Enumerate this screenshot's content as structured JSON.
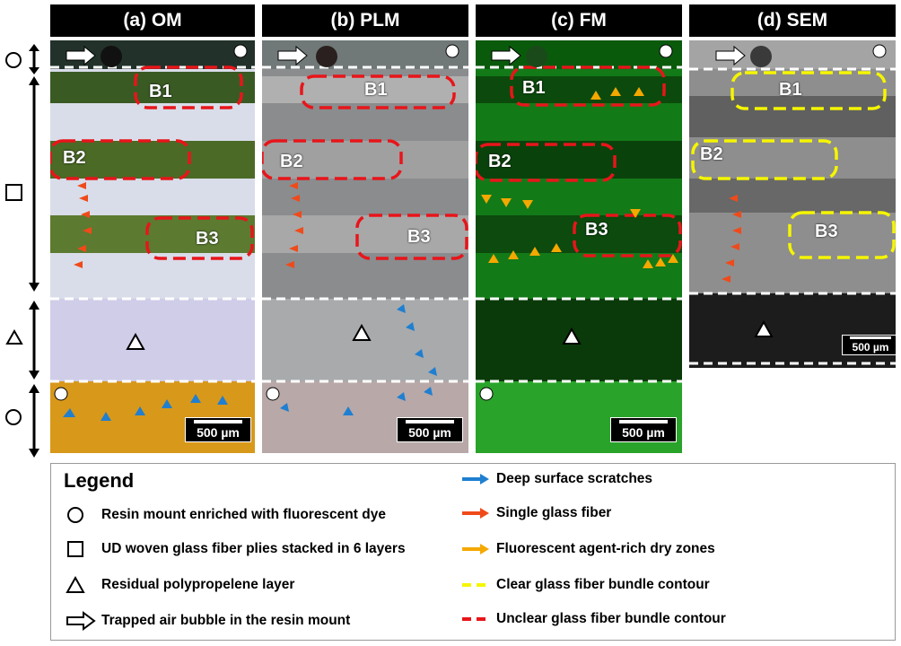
{
  "panels": [
    {
      "header": "(a) OM",
      "bundles": [
        "B1",
        "B2",
        "B3"
      ],
      "scale": "500 µm"
    },
    {
      "header": "(b) PLM",
      "bundles": [
        "B1",
        "B2",
        "B3"
      ],
      "scale": "500 µm"
    },
    {
      "header": "(c) FM",
      "bundles": [
        "B1",
        "B2",
        "B3"
      ],
      "scale": "500 µm"
    },
    {
      "header": "(d) SEM",
      "bundles": [
        "B1",
        "B2",
        "B3"
      ],
      "scale": "500 µm"
    }
  ],
  "legend": {
    "title": "Legend",
    "items_left": [
      {
        "icon": "circle-icon",
        "text": "Resin mount enriched with fluorescent dye"
      },
      {
        "icon": "square-icon",
        "text": "UD woven glass fiber plies stacked in 6 layers"
      },
      {
        "icon": "triangle-icon",
        "text": "Residual polypropelene layer"
      },
      {
        "icon": "hollow-arrow-icon",
        "text": "Trapped air bubble in the resin mount"
      }
    ],
    "items_right": [
      {
        "icon": "blue-arrow-icon",
        "color": "#1f7fd0",
        "text": "Deep surface scratches"
      },
      {
        "icon": "red-arrow-icon",
        "color": "#f04a1a",
        "text": "Single glass fiber"
      },
      {
        "icon": "orange-arrow-icon",
        "color": "#f5a800",
        "text": "Fluorescent agent-rich dry zones"
      },
      {
        "icon": "yellow-dash-icon",
        "color": "#f5f500",
        "text": "Clear glass fiber bundle contour"
      },
      {
        "icon": "red-dash-icon",
        "color": "#e8151a",
        "text": "Unclear glass fiber bundle contour"
      }
    ]
  },
  "colors": {
    "om_band": "#3d5a22",
    "om_resin": "#d8dce8",
    "om_pp": "#cbc9e8",
    "om_bottom": "#d99a16",
    "plm_base": "#8a8a8a",
    "fm_base": "#0f6a10",
    "sem_base": "#9a9a9a",
    "red": "#e8151a",
    "yellow": "#f5f500",
    "blue": "#1f7fd0",
    "orange": "#f5a800"
  }
}
